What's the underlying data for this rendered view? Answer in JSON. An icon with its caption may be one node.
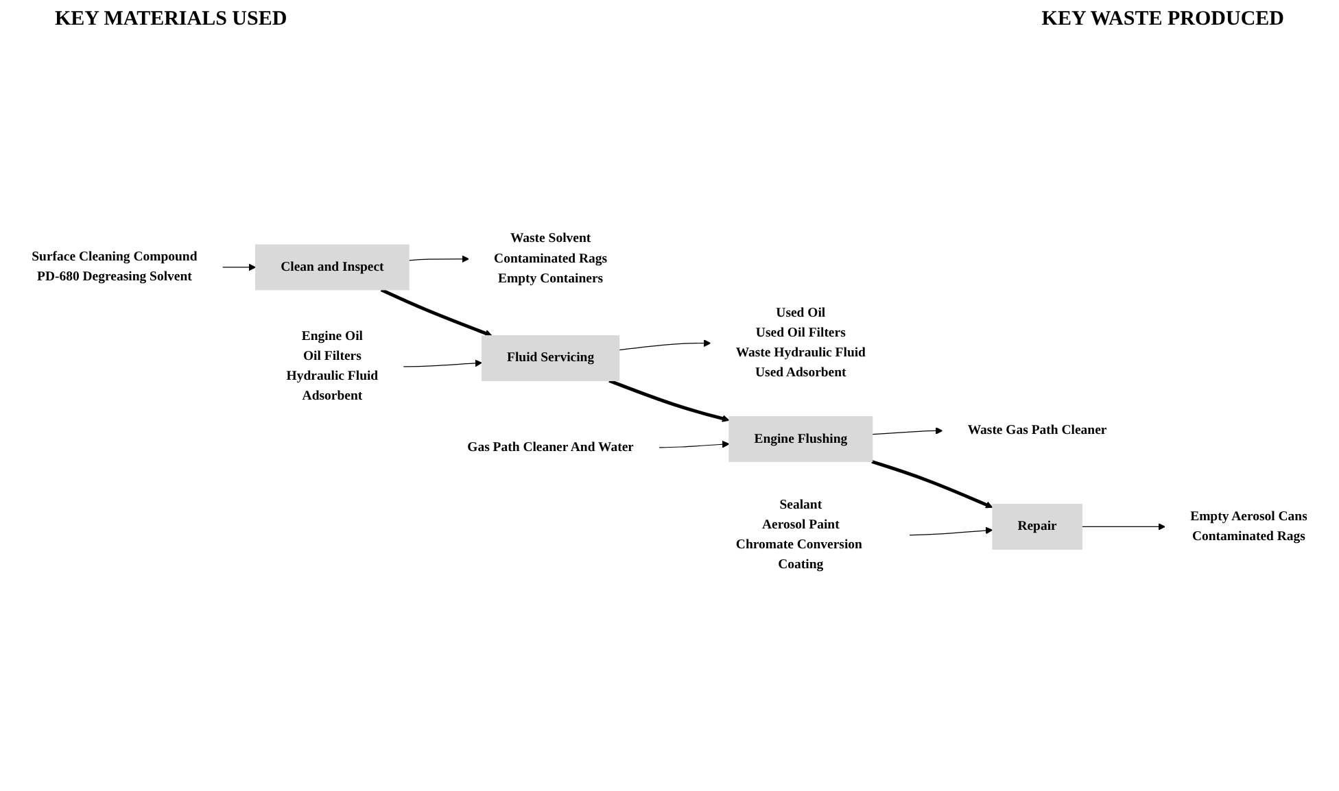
{
  "diagram": {
    "nodes": [
      {
        "text": [
          "Surface Cleaning Compound",
          "PD-680 Degreasing Solvent"
        ]
      },
      {
        "text": [
          "Clean and Inspect"
        ]
      },
      {
        "text": [
          "Waste Solvent",
          "Contaminated Rags",
          "Empty Containers"
        ]
      },
      {
        "text": [
          "Engine Oil",
          "Oil Filters",
          "Hydraulic Fluid",
          "Adsorbent"
        ]
      },
      {
        "text": [
          "Fluid Servicing"
        ]
      },
      {
        "text": [
          "Used Oil",
          "Used Oil Filters",
          "Waste Hydraulic Fluid",
          "Used Adsorbent"
        ]
      },
      {
        "text": [
          "Gas Path Cleaner And Water"
        ]
      },
      {
        "text": [
          "Engine Flushing"
        ]
      },
      {
        "text": [
          "Waste Gas Path Cleaner"
        ]
      },
      {
        "text": [
          "Sealant",
          "Aerosol Paint",
          "Chromate Conversion Coating"
        ]
      },
      {
        "text": [
          "Repair"
        ]
      },
      {
        "text": [
          "Empty Aerosol Cans",
          "Contaminated Rags"
        ]
      }
    ],
    "edges": [
      {
        "from": 0,
        "to": 1,
        "arrow": "to"
      },
      {
        "from": 1,
        "to": 2,
        "arrow": "to"
      },
      {
        "from": 1,
        "to": 4,
        "arrow": "to",
        "style": "thick"
      },
      {
        "from": 3,
        "to": 4,
        "arrow": "to"
      },
      {
        "from": 4,
        "to": 5,
        "arrow": "to"
      },
      {
        "from": 4,
        "to": 7,
        "arrow": "to",
        "style": "thick"
      },
      {
        "from": 6,
        "to": 7,
        "arrow": "to"
      },
      {
        "from": 7,
        "to": 8,
        "arrow": "to"
      },
      {
        "from": 7,
        "to": 10,
        "arrow": "to",
        "style": "thick"
      },
      {
        "from": 9,
        "to": 10,
        "arrow": "to"
      },
      {
        "from": 10,
        "to": 11,
        "arrow": "to"
      }
    ],
    "labels": [
      "KEY MATERIALS USED",
      "KEY WASTE PRODUCED"
    ]
  }
}
